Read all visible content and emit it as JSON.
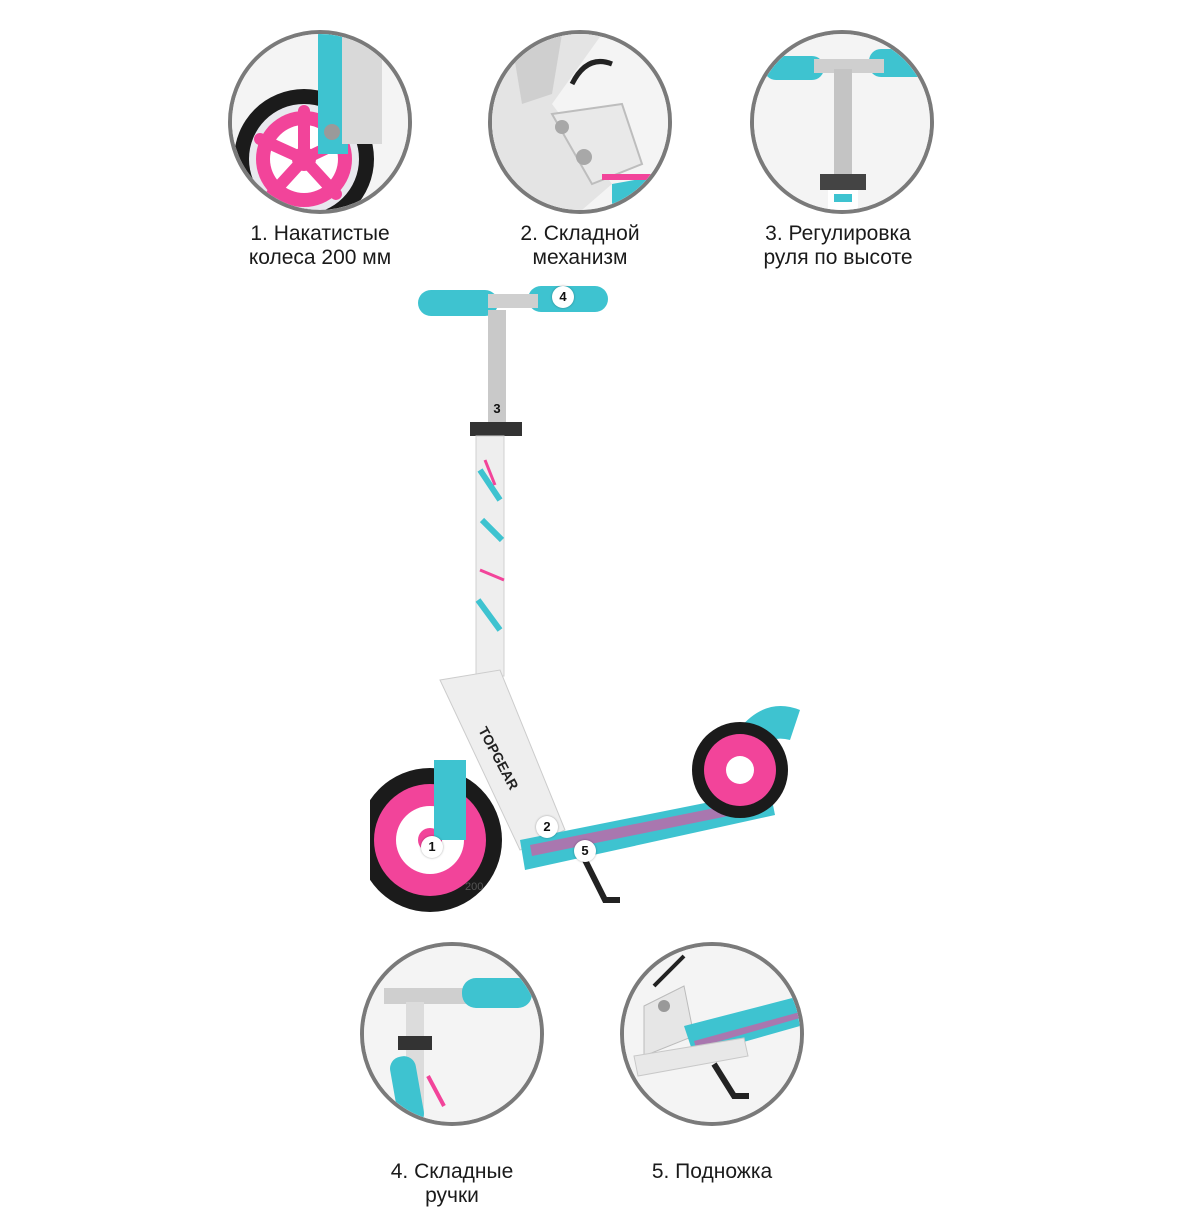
{
  "features": [
    {
      "number": "1",
      "caption_lines": [
        "1. Накатистые",
        "колеса 200 мм"
      ],
      "icon": "wheel-icon"
    },
    {
      "number": "2",
      "caption_lines": [
        "2. Складной",
        "механизм"
      ],
      "icon": "folding-mechanism-icon"
    },
    {
      "number": "3",
      "caption_lines": [
        "3. Регулировка",
        "руля по высоте"
      ],
      "icon": "handlebar-height-icon"
    },
    {
      "number": "4",
      "caption_lines": [
        "4. Складные",
        "ручки"
      ],
      "icon": "folding-grips-icon"
    },
    {
      "number": "5",
      "caption_lines": [
        "5. Подножка"
      ],
      "icon": "kickstand-icon"
    }
  ],
  "scooter": {
    "brand_text": "TOPGEAR",
    "wheel_label": "200"
  },
  "colors": {
    "teal": "#3ec3d0",
    "pink": "#f2449a",
    "frame": "#eeeeee",
    "ring": "#7a7a7a",
    "tire": "#1b1b1b"
  }
}
